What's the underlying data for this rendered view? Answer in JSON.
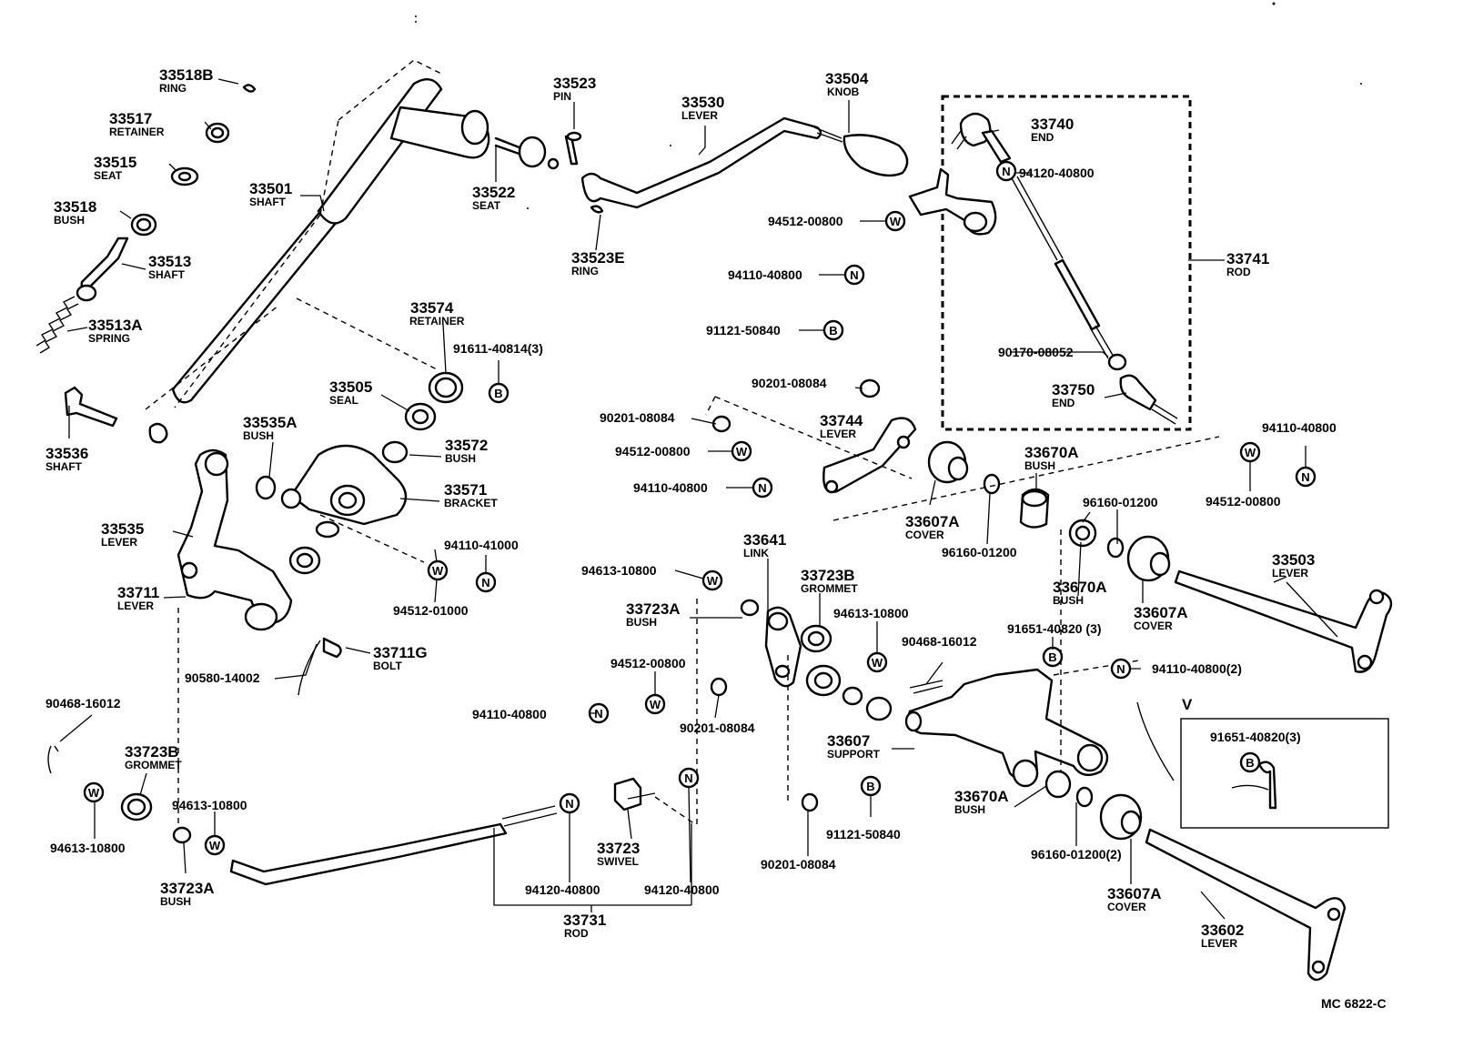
{
  "diagram_code": "MC 6822-C",
  "view_marker": "V",
  "symbols": {
    "washer": "W",
    "nut": "N",
    "bolt": "B"
  },
  "labels": [
    {
      "id": "33518B",
      "number": "33518B",
      "name": "RING"
    },
    {
      "id": "33517",
      "number": "33517",
      "name": "RETAINER"
    },
    {
      "id": "33515",
      "number": "33515",
      "name": "SEAT"
    },
    {
      "id": "33518",
      "number": "33518",
      "name": "BUSH"
    },
    {
      "id": "33513",
      "number": "33513",
      "name": "SHAFT"
    },
    {
      "id": "33513A",
      "number": "33513A",
      "name": "SPRING"
    },
    {
      "id": "33536",
      "number": "33536",
      "name": "SHAFT"
    },
    {
      "id": "33501",
      "number": "33501",
      "name": "SHAFT"
    },
    {
      "id": "33523",
      "number": "33523",
      "name": "PIN"
    },
    {
      "id": "33522",
      "number": "33522",
      "name": "SEAT"
    },
    {
      "id": "33530",
      "number": "33530",
      "name": "LEVER"
    },
    {
      "id": "33504",
      "number": "33504",
      "name": "KNOB"
    },
    {
      "id": "33523E",
      "number": "33523E",
      "name": "RING"
    },
    {
      "id": "33574",
      "number": "33574",
      "name": "RETAINER"
    },
    {
      "id": "91611-40814",
      "number": "91611-40814(3)",
      "name": ""
    },
    {
      "id": "33505",
      "number": "33505",
      "name": "SEAL"
    },
    {
      "id": "33535A",
      "number": "33535A",
      "name": "BUSH"
    },
    {
      "id": "33572",
      "number": "33572",
      "name": "BUSH"
    },
    {
      "id": "33571",
      "number": "33571",
      "name": "BRACKET"
    },
    {
      "id": "33535",
      "number": "33535",
      "name": "LEVER"
    },
    {
      "id": "94110-41000",
      "number": "94110-41000",
      "name": ""
    },
    {
      "id": "94512-01000",
      "number": "94512-01000",
      "name": ""
    },
    {
      "id": "33711",
      "number": "33711",
      "name": "LEVER"
    },
    {
      "id": "33711G",
      "number": "33711G",
      "name": "BOLT"
    },
    {
      "id": "90580-14002",
      "number": "90580-14002",
      "name": ""
    },
    {
      "id": "90468-16012-a",
      "number": "90468-16012",
      "name": ""
    },
    {
      "id": "33723B-a",
      "number": "33723B",
      "name": "GROMMET"
    },
    {
      "id": "94613-10800-a",
      "number": "94613-10800",
      "name": ""
    },
    {
      "id": "94613-10800-b",
      "number": "94613-10800",
      "name": ""
    },
    {
      "id": "33723A-a",
      "number": "33723A",
      "name": "BUSH"
    },
    {
      "id": "33723",
      "number": "33723",
      "name": "SWIVEL"
    },
    {
      "id": "94120-40800-a",
      "number": "94120-40800",
      "name": ""
    },
    {
      "id": "94120-40800-b",
      "number": "94120-40800",
      "name": ""
    },
    {
      "id": "33731",
      "number": "33731",
      "name": "ROD"
    },
    {
      "id": "94512-00800-a",
      "number": "94512-00800",
      "name": ""
    },
    {
      "id": "94110-40800-a",
      "number": "94110-40800",
      "name": ""
    },
    {
      "id": "91121-50840-a",
      "number": "91121-50840",
      "name": ""
    },
    {
      "id": "90201-08084-a",
      "number": "90201-08084",
      "name": ""
    },
    {
      "id": "90201-08084-b",
      "number": "90201-08084",
      "name": ""
    },
    {
      "id": "94512-00800-b",
      "number": "94512-00800",
      "name": ""
    },
    {
      "id": "94110-40800-b",
      "number": "94110-40800",
      "name": ""
    },
    {
      "id": "94613-10800-c",
      "number": "94613-10800",
      "name": ""
    },
    {
      "id": "33641",
      "number": "33641",
      "name": "LINK"
    },
    {
      "id": "33723A-b",
      "number": "33723A",
      "name": "BUSH"
    },
    {
      "id": "33723B-b",
      "number": "33723B",
      "name": "GROMMET"
    },
    {
      "id": "94613-10800-d",
      "number": "94613-10800",
      "name": ""
    },
    {
      "id": "94512-00800-c",
      "number": "94512-00800",
      "name": ""
    },
    {
      "id": "94110-40800-c",
      "number": "94110-40800",
      "name": ""
    },
    {
      "id": "90201-08084-c",
      "number": "90201-08084",
      "name": ""
    },
    {
      "id": "90201-08084-d",
      "number": "90201-08084",
      "name": ""
    },
    {
      "id": "91121-50840-b",
      "number": "91121-50840",
      "name": ""
    },
    {
      "id": "33607",
      "number": "33607",
      "name": "SUPPORT"
    },
    {
      "id": "90468-16012-b",
      "number": "90468-16012",
      "name": ""
    },
    {
      "id": "33744",
      "number": "33744",
      "name": "LEVER"
    },
    {
      "id": "33607A-a",
      "number": "33607A",
      "name": "COVER"
    },
    {
      "id": "96160-01200-a",
      "number": "96160-01200",
      "name": ""
    },
    {
      "id": "33670A-a",
      "number": "33670A",
      "name": "BUSH"
    },
    {
      "id": "33740",
      "number": "33740",
      "name": "END"
    },
    {
      "id": "94120-40800-c",
      "number": "94120-40800",
      "name": ""
    },
    {
      "id": "94512-00800-d",
      "number": "94512-00800",
      "name": ""
    },
    {
      "id": "33741",
      "number": "33741",
      "name": "ROD"
    },
    {
      "id": "90170-08052",
      "number": "90170-08052",
      "name": ""
    },
    {
      "id": "33750",
      "number": "33750",
      "name": "END"
    },
    {
      "id": "94110-40800-d",
      "number": "94110-40800",
      "name": ""
    },
    {
      "id": "94512-00800-e",
      "number": "94512-00800",
      "name": ""
    },
    {
      "id": "96160-01200-b",
      "number": "96160-01200",
      "name": ""
    },
    {
      "id": "33670A-b",
      "number": "33670A",
      "name": "BUSH"
    },
    {
      "id": "33607A-b",
      "number": "33607A",
      "name": "COVER"
    },
    {
      "id": "33503",
      "number": "33503",
      "name": "LEVER"
    },
    {
      "id": "91651-40820-a",
      "number": "91651-40820 (3)",
      "name": ""
    },
    {
      "id": "94110-40800-e",
      "number": "94110-40800(2)",
      "name": ""
    },
    {
      "id": "91651-40820-b",
      "number": "91651-40820(3)",
      "name": ""
    },
    {
      "id": "33670A-c",
      "number": "33670A",
      "name": "BUSH"
    },
    {
      "id": "96160-01200-c",
      "number": "96160-01200(2)",
      "name": ""
    },
    {
      "id": "33607A-c",
      "number": "33607A",
      "name": "COVER"
    },
    {
      "id": "33602",
      "number": "33602",
      "name": "LEVER"
    }
  ]
}
